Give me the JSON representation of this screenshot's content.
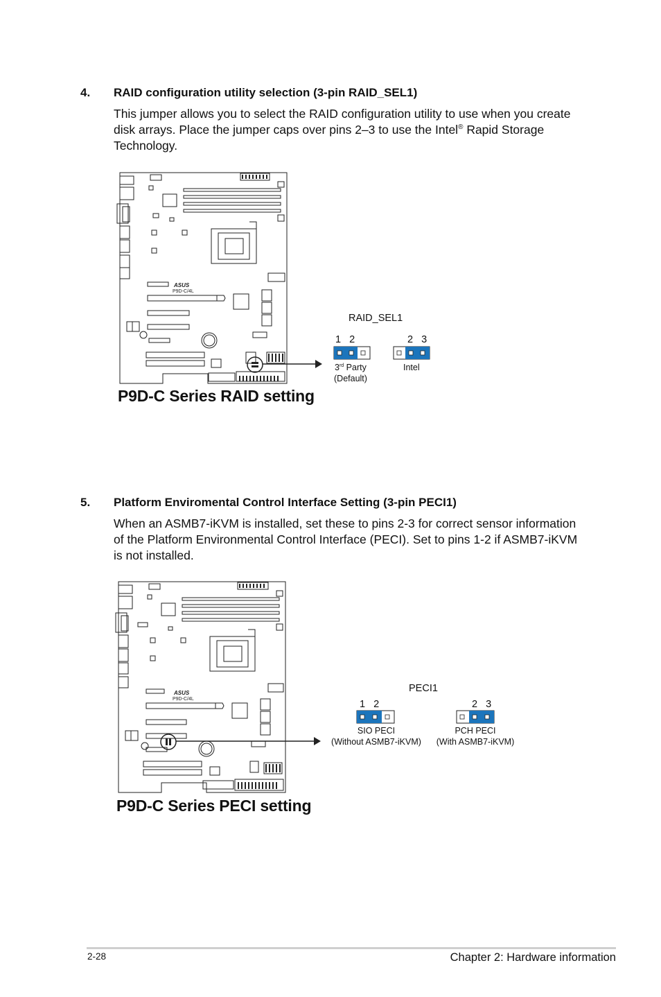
{
  "section4": {
    "number": "4.",
    "title": "RAID configuration utility selection (3-pin RAID_SEL1)",
    "body_part1": "This jumper allows you to select the RAID configuration utility to use when you create disk arrays. Place the jumper caps over pins 2–3 to use the Intel",
    "registered_mark": "®",
    "body_part2": " Rapid Storage Technology.",
    "figure": {
      "board_label": "P9D-C/4L",
      "board_brand": "ASUS",
      "jumper_label": "RAID_SEL1",
      "left_pins": "1   2",
      "right_pins": "2   3",
      "left_option_sup_base": "3",
      "left_option_sup": "rd",
      "left_option_rest": " Party",
      "left_option_default": "(Default)",
      "right_option": "Intel",
      "caption": "P9D-C Series RAID setting"
    }
  },
  "section5": {
    "number": "5.",
    "title": "Platform Enviromental Control Interface Setting (3-pin PECI1)",
    "body": "When an ASMB7-iKVM is installed, set these to pins 2-3 for correct sensor information of the Platform Environmental Control Interface (PECI). Set to pins 1-2 if ASMB7-iKVM is not installed.",
    "figure": {
      "board_label": "P9D-C/4L",
      "board_brand": "ASUS",
      "jumper_label": "PECI1",
      "left_pins": "1   2",
      "right_pins": "2   3",
      "left_option": "SIO PECI",
      "left_option_sub": "(Without ASMB7-iKVM)",
      "right_option": "PCH PECI",
      "right_option_sub": "(With ASMB7-iKVM)",
      "caption": "P9D-C Series PECI setting"
    }
  },
  "footer": {
    "page_number": "2-28",
    "chapter": "Chapter 2: Hardware information"
  },
  "colors": {
    "jumper_cap": "#1c75bc",
    "board_line": "#222222",
    "footer_rule": "#cfcfcf"
  }
}
